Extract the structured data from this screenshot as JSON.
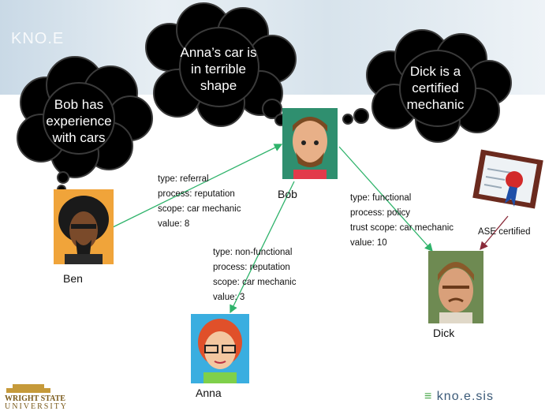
{
  "banner": {
    "logo_text": "KNO.E"
  },
  "thoughts": {
    "ben": [
      "Bob has",
      "experience",
      "with cars"
    ],
    "bob": [
      "Anna’s car is",
      "in terrible",
      "shape"
    ],
    "dick": [
      "Dick is a",
      "certified",
      "mechanic"
    ]
  },
  "people": {
    "ben": "Ben",
    "bob": "Bob",
    "anna": "Anna",
    "dick": "Dick"
  },
  "edges": {
    "ben_bob": [
      "type: referral",
      "process: reputation",
      "scope: car mechanic",
      "value: 8"
    ],
    "bob_anna": [
      "type: non-functional",
      "process: reputation",
      "scope: car mechanic",
      "value: 3"
    ],
    "bob_dick": [
      "type: functional",
      "process: policy",
      "trust scope: car mechanic",
      "value: 10"
    ]
  },
  "certificate_label": "ASE  certified",
  "footer": {
    "wsu_line1": "WRIGHT STATE",
    "wsu_line2": "UNIVERSITY",
    "knoesis": "kno.e.sis"
  },
  "colors": {
    "edge": "#2fb36b",
    "cert_edge": "#8a2b3a",
    "cloud": "#000000"
  }
}
